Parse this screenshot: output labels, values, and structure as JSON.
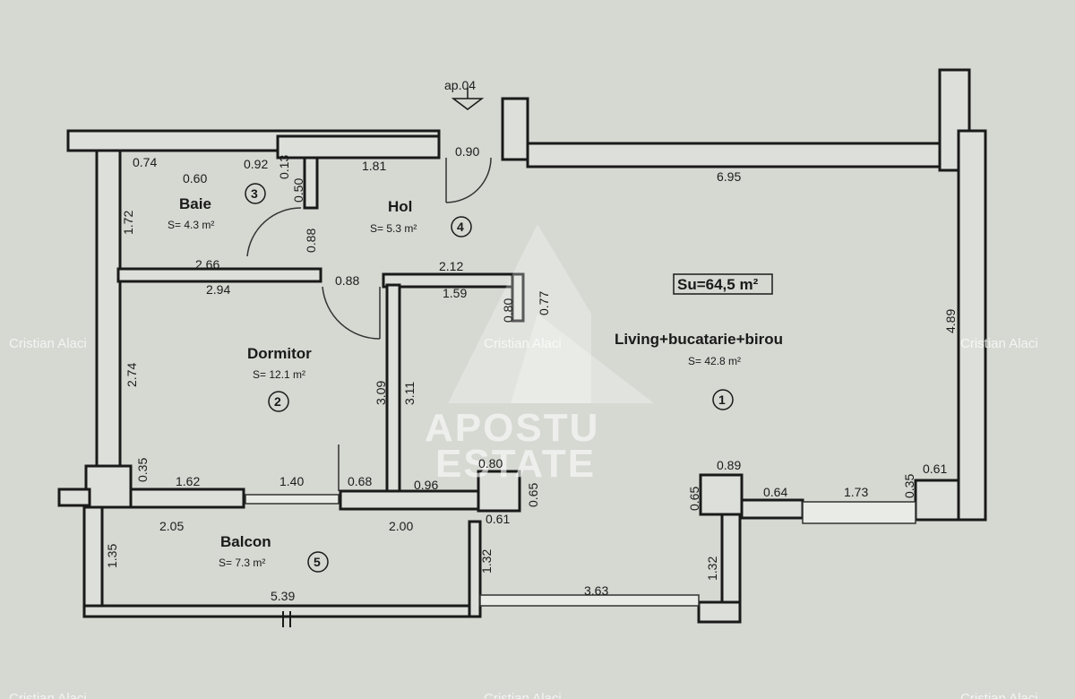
{
  "entrance": {
    "label": "ap.04"
  },
  "total_area": "Su=64,5 m²",
  "rooms": [
    {
      "name": "Baie",
      "area": "S= 4.3 m²",
      "number": "3"
    },
    {
      "name": "Hol",
      "area": "S= 5.3 m²",
      "number": "4"
    },
    {
      "name": "Dormitor",
      "area": "S= 12.1 m²",
      "number": "2"
    },
    {
      "name": "Living+bucatarie+birou",
      "area": "S= 42.8 m²",
      "number": "1"
    },
    {
      "name": "Balcon",
      "area": "S= 7.3 m²",
      "number": "5"
    }
  ],
  "dimensions": [
    "0.74",
    "0.60",
    "0.92",
    "0.13",
    "0.50",
    "1.81",
    "0.90",
    "6.95",
    "1.72",
    "0.88",
    "2.66",
    "2.94",
    "0.88",
    "2.12",
    "1.59",
    "0.80",
    "0.77",
    "2.74",
    "3.09",
    "3.11",
    "4.89",
    "0.35",
    "1.62",
    "1.40",
    "0.68",
    "0.96",
    "0.80",
    "0.89",
    "0.65",
    "0.64",
    "1.73",
    "0.35",
    "0.61",
    "2.05",
    "2.00",
    "0.61",
    "0.65",
    "1.35",
    "1.32",
    "1.32",
    "5.39",
    "3.63"
  ],
  "watermark": {
    "credit_left": "Cristian Alaci",
    "credit_center": "Cristian Alaci",
    "credit_right": "Cristian Alaci",
    "credit_bottom_left": "Cristian Alaci",
    "credit_bottom_center": "Cristian Alaci",
    "credit_bottom_right": "Cristian Alaci",
    "logo_line1": "APOSTU",
    "logo_line2": "ESTATE"
  }
}
